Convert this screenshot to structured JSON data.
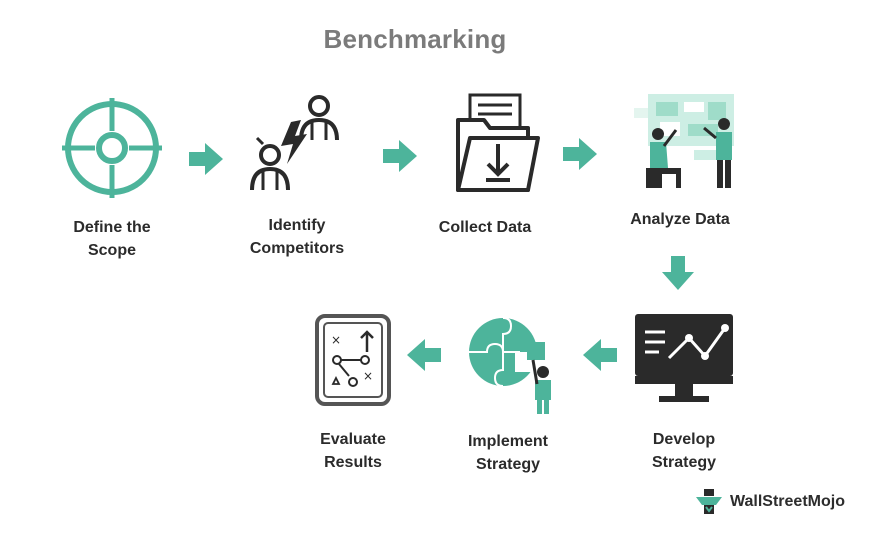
{
  "title": "Benchmarking",
  "accent_color": "#4db49b",
  "icon_dark": "#2a2a2a",
  "steps": [
    {
      "line1": "Define the",
      "line2": "Scope",
      "icon": "crosshair-target-icon"
    },
    {
      "line1": "Identify",
      "line2": "Competitors",
      "icon": "competitors-icon"
    },
    {
      "line1": "Collect Data",
      "line2": "",
      "icon": "folder-download-icon"
    },
    {
      "line1": "Analyze Data",
      "line2": "",
      "icon": "analysts-board-icon"
    },
    {
      "line1": "Develop",
      "line2": "Strategy",
      "icon": "monitor-chart-icon"
    },
    {
      "line1": "Implement",
      "line2": "Strategy",
      "icon": "puzzle-person-icon"
    },
    {
      "line1": "Evaluate",
      "line2": "Results",
      "icon": "strategy-board-icon"
    }
  ],
  "brand": {
    "name": "WallStreetMojo",
    "icon": "wallstreetmojo-logo-icon"
  }
}
